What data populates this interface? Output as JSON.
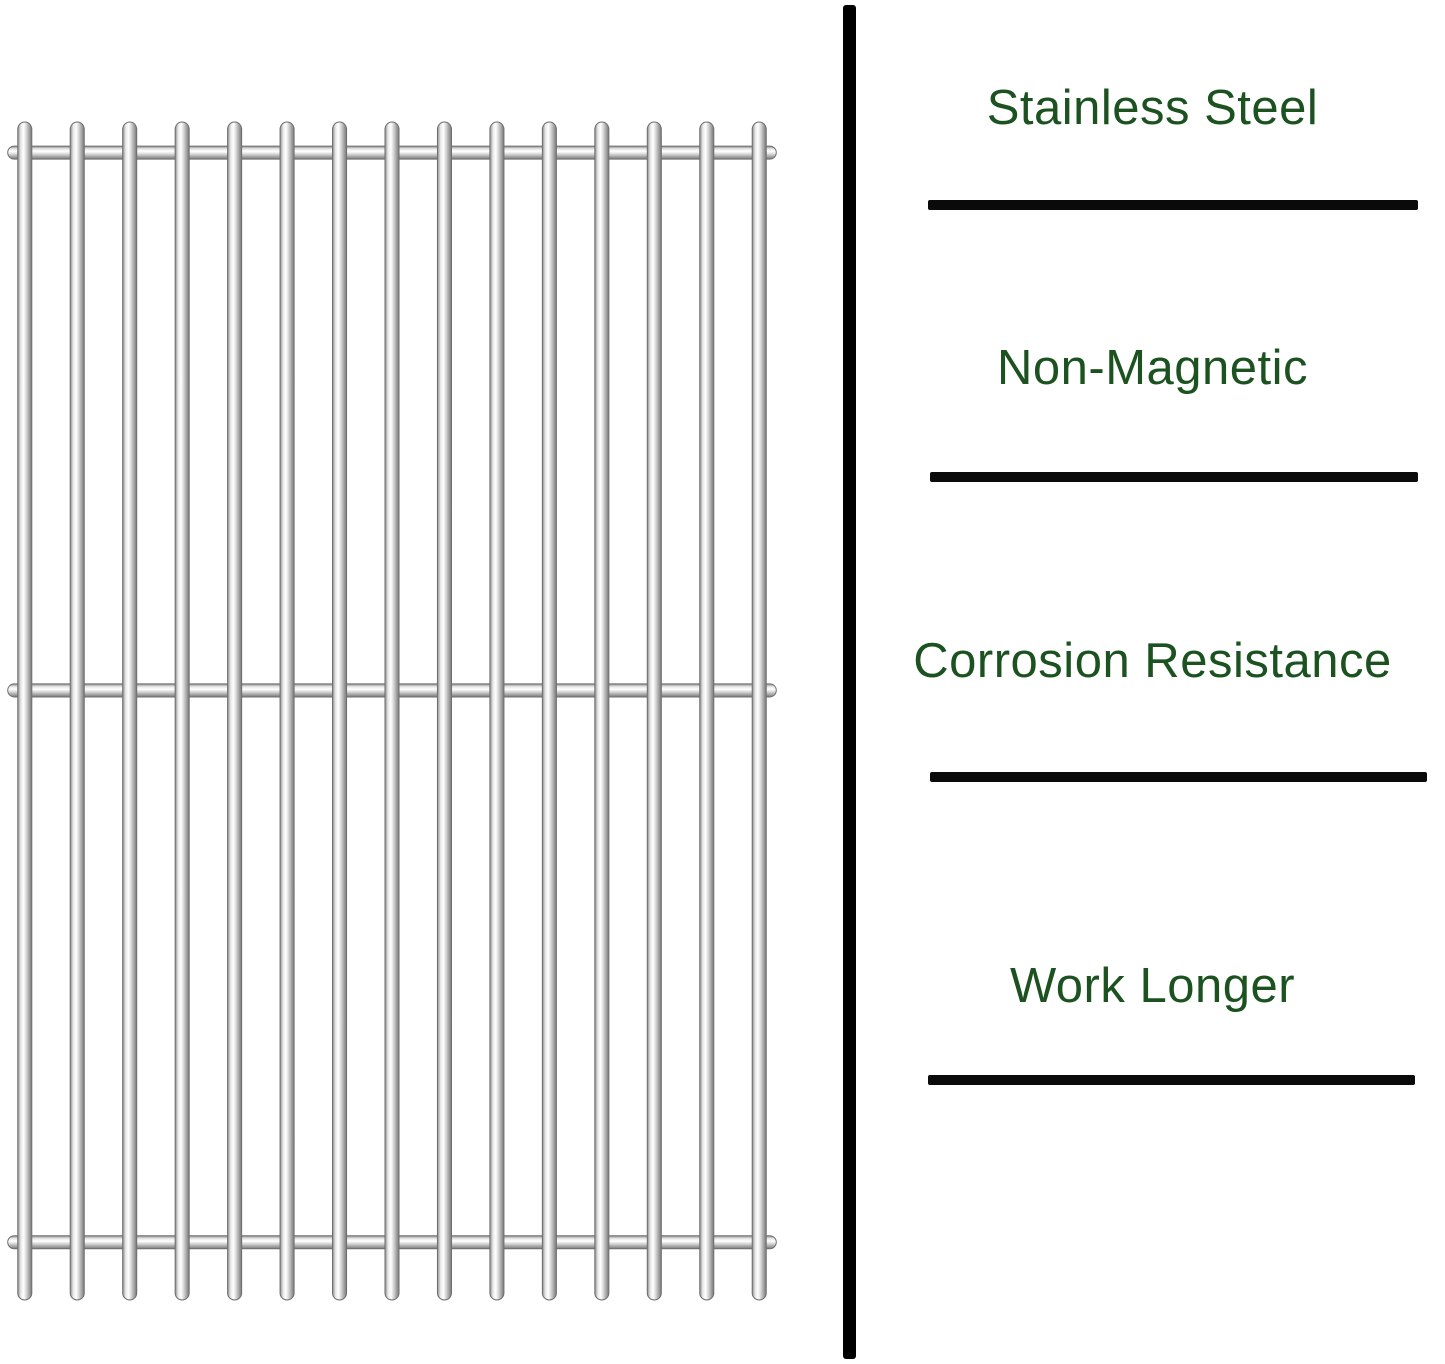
{
  "product_image": {
    "name": "stainless-steel-grill-cooking-grate",
    "vertical_rod_count": 15,
    "horizontal_rod_count": 3
  },
  "features": [
    {
      "label": "Stainless Steel"
    },
    {
      "label": "Non-Magnetic"
    },
    {
      "label": "Corrosion Resistance"
    },
    {
      "label": "Work Longer"
    }
  ],
  "colors": {
    "feature_text": "#1c5220",
    "divider": "#000000",
    "feature_line": "#0a0a0a",
    "background": "#ffffff"
  }
}
